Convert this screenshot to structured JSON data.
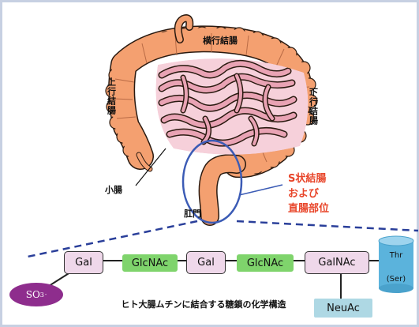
{
  "labels": {
    "transverse_colon": "横行結腸",
    "ascending_colon": "上行結腸",
    "descending_colon": "下行結腸",
    "small_intestine": "小腸",
    "anus": "肛門",
    "sigmoid_line1": "S状結腸",
    "sigmoid_line2": "および",
    "sigmoid_line3": "直腸部位"
  },
  "glycan": {
    "nodes": {
      "gal1": "Gal",
      "glcnac1": "GlcNAc",
      "gal2": "Gal",
      "glcnac2": "GlcNAc",
      "galnac": "GalNAc",
      "neuac": "NeuAc",
      "so3_base": "SO",
      "so3_sub": "3",
      "so3_sup": "-",
      "thr": "Thr",
      "ser": "(Ser)"
    },
    "caption": "ヒト大腸ムチンに結合する糖鎖の化学構造"
  },
  "colors": {
    "colon": "#f4a070",
    "colon_outline": "#2a1a10",
    "small_intestine": "#e9a3b4",
    "highlight_circle": "#3b5bb5",
    "dashed_line": "#2a3f9a",
    "label_red": "#e8452a",
    "gal_box": "#efd8ea",
    "glcnac_box": "#7fd46c",
    "neuac_box": "#aed8e4",
    "so3_ellipse": "#8e2d8d",
    "thr_cylinder": "#5bb3dc"
  }
}
